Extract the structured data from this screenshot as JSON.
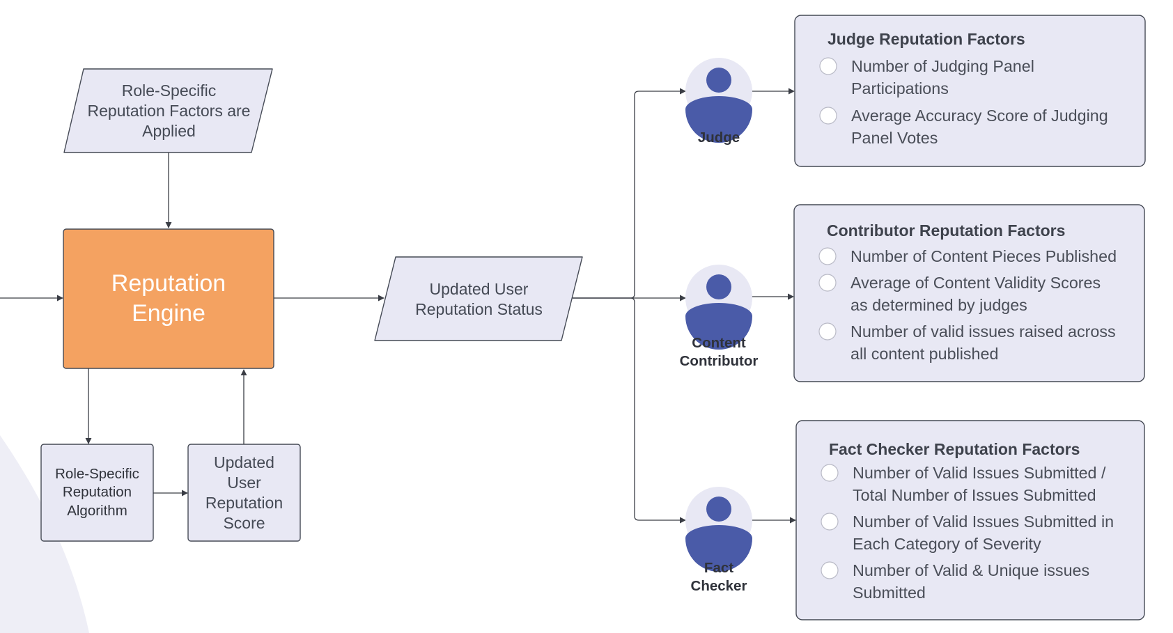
{
  "colors": {
    "box_fill": "#e8e8f4",
    "box_stroke": "#454a55",
    "engine_fill": "#f4a261",
    "engine_text": "#ffffff",
    "icon_blue": "#4a5ba8",
    "icon_bg": "#e8e8f4",
    "connector": "#3a3d45"
  },
  "input_parallelogram": {
    "lines": [
      "Role-Specific",
      "Reputation Factors are",
      "Applied"
    ]
  },
  "engine": {
    "lines": [
      "Reputation",
      "Engine"
    ]
  },
  "algorithm_box": {
    "lines": [
      "Role-Specific",
      "Reputation",
      "Algorithm"
    ]
  },
  "score_box": {
    "lines": [
      "Updated",
      "User",
      "Reputation",
      "Score"
    ]
  },
  "status_parallelogram": {
    "lines": [
      "Updated User",
      "Reputation Status"
    ]
  },
  "roles": [
    {
      "label_lines": [
        "Judge"
      ],
      "icon": "user-icon",
      "panel_title": "Judge Reputation Factors",
      "factors": [
        [
          "Number of Judging Panel",
          "Participations"
        ],
        [
          "Average Accuracy Score of Judging",
          "Panel Votes"
        ]
      ]
    },
    {
      "label_lines": [
        "Content",
        "Contributor"
      ],
      "icon": "user-icon",
      "panel_title": "Contributor Reputation Factors",
      "factors": [
        [
          "Number of Content Pieces Published"
        ],
        [
          "Average of Content Validity Scores",
          "as determined by judges"
        ],
        [
          "Number of valid issues raised across",
          "all content published"
        ]
      ]
    },
    {
      "label_lines": [
        "Fact",
        "Checker"
      ],
      "icon": "user-icon",
      "panel_title": "Fact Checker Reputation Factors",
      "factors": [
        [
          "Number of Valid Issues Submitted /",
          "Total Number of Issues Submitted"
        ],
        [
          "Number of Valid Issues Submitted in",
          "Each Category of Severity"
        ],
        [
          "Number of Valid & Unique issues",
          "Submitted"
        ]
      ]
    }
  ]
}
